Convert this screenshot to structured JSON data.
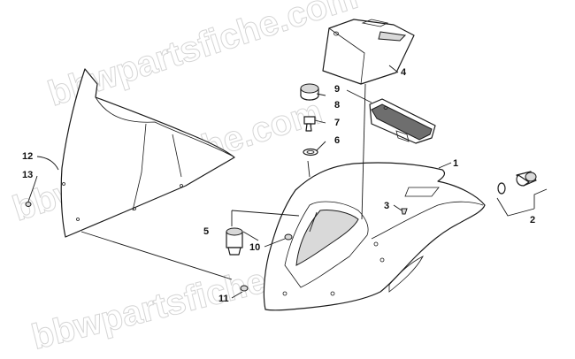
{
  "watermark": "bbwpartsfiche.com",
  "callouts": {
    "c1": "1",
    "c2": "2",
    "c3": "3",
    "c4": "4",
    "c5": "5",
    "c6": "6",
    "c7": "7",
    "c8": "8",
    "c9": "9",
    "c10": "10",
    "c11": "11",
    "c12": "12",
    "c13": "13"
  }
}
